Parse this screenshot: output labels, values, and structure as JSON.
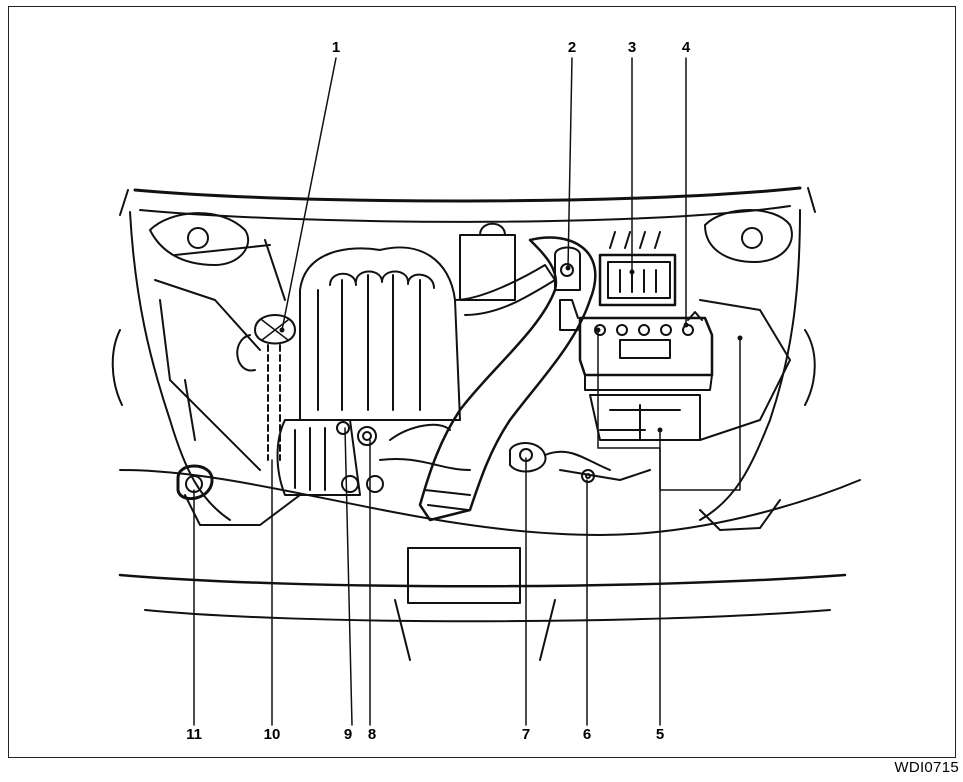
{
  "figure_code": "WDI0715",
  "callouts": [
    "1",
    "2",
    "3",
    "4",
    "5",
    "6",
    "7",
    "8",
    "9",
    "10",
    "11"
  ]
}
